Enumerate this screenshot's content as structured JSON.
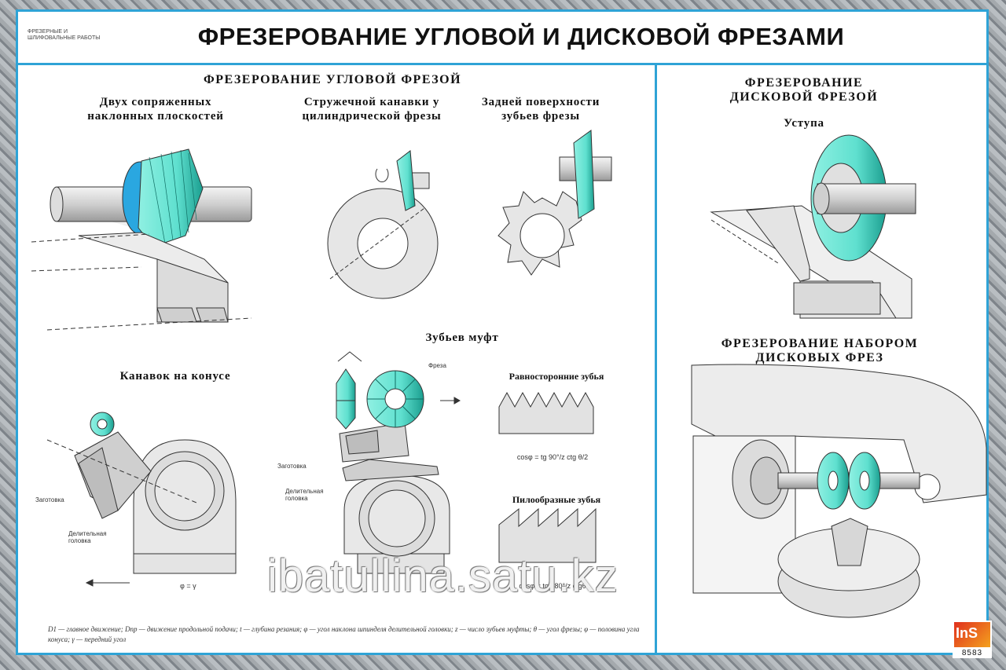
{
  "header": {
    "tag": "ФРЕЗЕРНЫЕ И ШЛИФОВАЛЬНЫЕ РАБОТЫ",
    "title": "ФРЕЗЕРОВАНИЕ УГЛОВОЙ И ДИСКОВОЙ ФРЕЗАМИ"
  },
  "left": {
    "section_title": "ФРЕЗЕРОВАНИЕ УГЛОВОЙ ФРЕЗОЙ",
    "fig1_title": "Двух сопряженных наклонных плоскостей",
    "fig2_title": "Стружечной канавки у цилиндрической фрезы",
    "fig3_title": "Задней поверхности зубьев фрезы",
    "fig4_title": "Канавок на конусе",
    "fig5_title": "Зубьев муфт",
    "fig5_sub1": "Равносторонние зубья",
    "fig5_sub2": "Пилообразные зубья",
    "label_zagotovka": "Заготовка",
    "label_del_golovka": "Делительная головка",
    "label_freza": "Фреза",
    "formula1": "cosφ = tg 90°/z ctg θ/2",
    "formula2": "cosφ = tg 180°/z ctgθ",
    "phi_eq": "φ = γ",
    "caption": "D1 — главное движение; Dпр — движение продольной подачи; t — глубина резания; φ — угол наклона шпинделя делительной головки; z — число зубьев муфты; θ — угол фрезы; φ — половина угла конуса; γ — передний угол"
  },
  "right": {
    "section_title": "ФРЕЗЕРОВАНИЕ ДИСКОВОЙ ФРЕЗОЙ",
    "fig6_title": "Уступа",
    "section2_title": "ФРЕЗЕРОВАНИЕ НАБОРОМ ДИСКОВЫХ ФРЕЗ"
  },
  "watermark": "ibatullina.satu.kz",
  "logo": {
    "text": "InS",
    "number": "8583"
  },
  "colors": {
    "accent": "#2fa3d6",
    "cutter": "#5fe0cf",
    "cutter_dark": "#1b9e8f",
    "part": "#e4e4e4"
  }
}
